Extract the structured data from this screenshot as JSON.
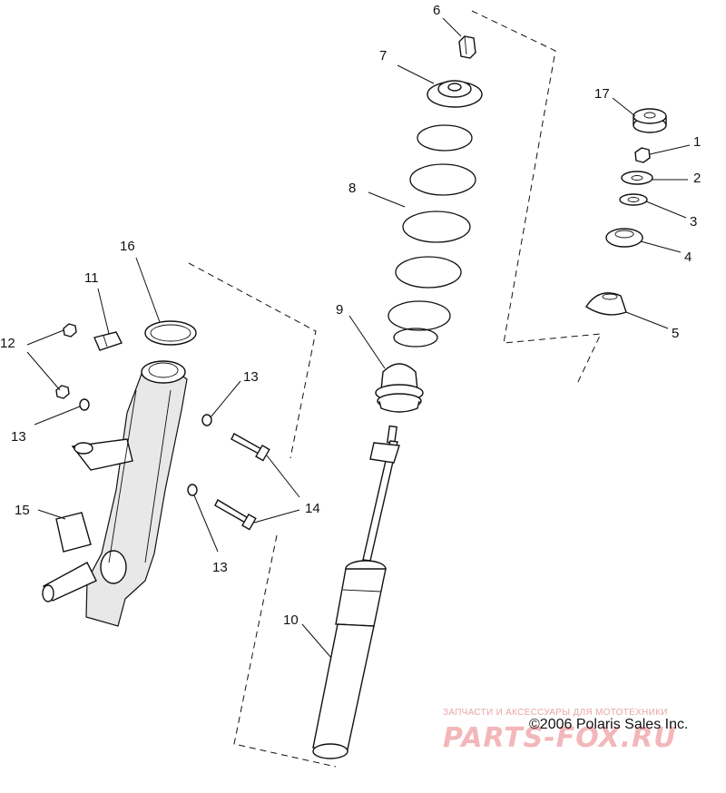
{
  "callouts": {
    "c1": "1",
    "c2": "2",
    "c3": "3",
    "c4": "4",
    "c5": "5",
    "c6": "6",
    "c7": "7",
    "c8": "8",
    "c9": "9",
    "c10": "10",
    "c11": "11",
    "c12": "12",
    "c13a": "13",
    "c13b": "13",
    "c13c": "13",
    "c14": "14",
    "c15": "15",
    "c16": "16",
    "c17": "17"
  },
  "copyright": "©2006 Polaris Sales Inc.",
  "watermark": {
    "tagline": "ЗАПЧАСТИ И АКСЕССУАРЫ ДЛЯ МОТОТЕХНИКИ",
    "brand": "PARTS-FOX.RU"
  },
  "colors": {
    "line": "#111111",
    "watermark": "#f3b7ba"
  }
}
